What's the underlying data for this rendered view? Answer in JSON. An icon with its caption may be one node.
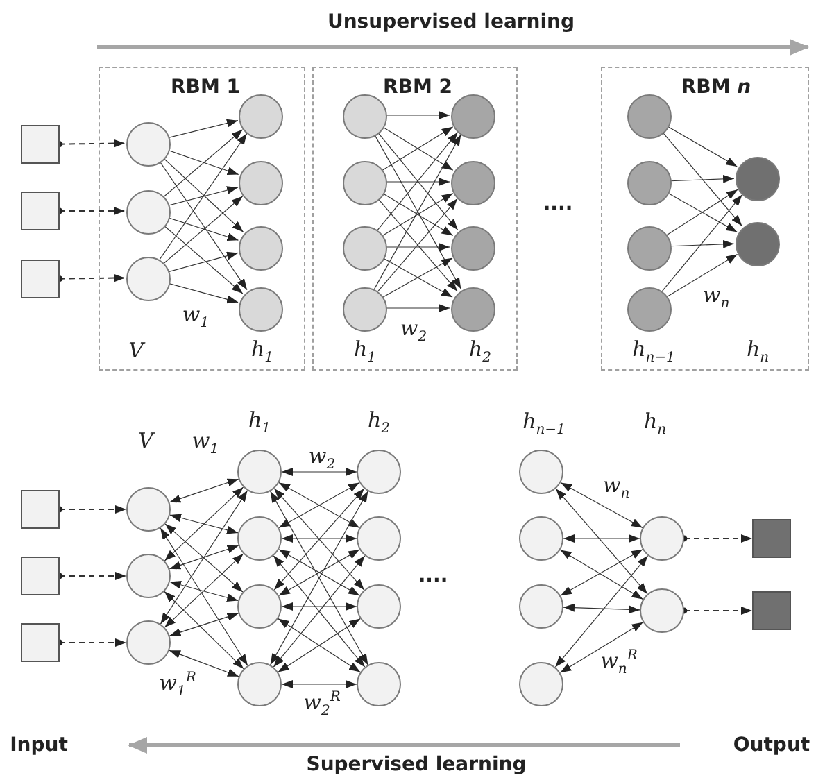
{
  "diagram": {
    "nodes": [
      {
        "text": [],
        "shape": "box"
      },
      {
        "text": [],
        "shape": "box"
      },
      {
        "text": [],
        "shape": "box"
      },
      {
        "text": [
          "RBM 1",
          "w$_{1}$",
          "V",
          "h$_{1}$"
        ]
      },
      {
        "text": [],
        "shape": "circle",
        "in": 3
      },
      {
        "text": [],
        "shape": "circle",
        "in": 3
      },
      {
        "text": [],
        "shape": "circle",
        "in": 3
      },
      {
        "text": [],
        "shape": "circle",
        "in": 3
      },
      {
        "text": [],
        "shape": "circle",
        "in": 3
      },
      {
        "text": [],
        "shape": "circle",
        "in": 3
      },
      {
        "text": [],
        "shape": "circle",
        "in": 3
      },
      {
        "text": [
          "RBM 2",
          "w$_{2}$",
          "h$_{1}$",
          "h$_{2}$"
        ]
      },
      {
        "text": [],
        "shape": "circle",
        "in": 11
      },
      {
        "text": [],
        "shape": "circle",
        "in": 11
      },
      {
        "text": [],
        "shape": "circle",
        "in": 11
      },
      {
        "text": [],
        "shape": "circle",
        "in": 11
      },
      {
        "text": [],
        "shape": "circle",
        "in": 11
      },
      {
        "text": [],
        "shape": "circle",
        "in": 11
      },
      {
        "text": [],
        "shape": "circle",
        "in": 11
      },
      {
        "text": [],
        "shape": "circle",
        "in": 11
      },
      {
        "text": [
          "RBM *n*",
          "w$_{n}$",
          "h$_{n−1}$",
          "h$_{n}$"
        ]
      },
      {
        "text": [],
        "shape": "circle",
        "in": 20
      },
      {
        "text": [],
        "shape": "circle",
        "in": 20
      },
      {
        "text": [],
        "shape": "circle",
        "in": 20
      },
      {
        "text": [],
        "shape": "circle",
        "in": 20
      },
      {
        "text": [],
        "shape": "circle",
        "in": 20
      },
      {
        "text": [],
        "shape": "circle",
        "in": 20
      },
      {
        "text": [],
        "shape": "box"
      },
      {
        "text": [],
        "shape": "box"
      },
      {
        "text": [],
        "shape": "box"
      },
      {
        "text": [],
        "shape": "circle"
      },
      {
        "text": [],
        "shape": "circle"
      },
      {
        "text": [],
        "shape": "circle"
      },
      {
        "text": [],
        "shape": "circle"
      },
      {
        "text": [],
        "shape": "circle"
      },
      {
        "text": [],
        "shape": "circle"
      },
      {
        "text": [],
        "shape": "circle"
      },
      {
        "text": [],
        "shape": "circle"
      },
      {
        "text": [],
        "shape": "circle"
      },
      {
        "text": [],
        "shape": "circle"
      },
      {
        "text": [],
        "shape": "circle"
      },
      {
        "text": [],
        "shape": "circle"
      },
      {
        "text": [],
        "shape": "circle"
      },
      {
        "text": [],
        "shape": "circle"
      },
      {
        "text": [],
        "shape": "circle"
      },
      {
        "text": [],
        "shape": "circle"
      },
      {
        "text": [],
        "shape": "circle"
      },
      {
        "text": [],
        "shape": "box"
      },
      {
        "text": [],
        "shape": "box"
      }
    ],
    "edges": [
      {
        "from": 0,
        "to": 4,
        "arrow": "to",
        "style": "dashed"
      },
      {
        "from": 1,
        "to": 5,
        "arrow": "to",
        "style": "dashed"
      },
      {
        "from": 2,
        "to": 6,
        "arrow": "to",
        "style": "dashed"
      },
      {
        "from": 4,
        "to": 7,
        "arrow": "to"
      },
      {
        "from": 4,
        "to": 8,
        "arrow": "to"
      },
      {
        "from": 4,
        "to": 9,
        "arrow": "to"
      },
      {
        "from": 4,
        "to": 10,
        "arrow": "to"
      },
      {
        "from": 5,
        "to": 7,
        "arrow": "to"
      },
      {
        "from": 5,
        "to": 8,
        "arrow": "to"
      },
      {
        "from": 5,
        "to": 9,
        "arrow": "to"
      },
      {
        "from": 5,
        "to": 10,
        "arrow": "to"
      },
      {
        "from": 6,
        "to": 7,
        "arrow": "to"
      },
      {
        "from": 6,
        "to": 8,
        "arrow": "to"
      },
      {
        "from": 6,
        "to": 9,
        "arrow": "to"
      },
      {
        "from": 6,
        "to": 10,
        "arrow": "to"
      },
      {
        "from": 12,
        "to": 16,
        "arrow": "to"
      },
      {
        "from": 12,
        "to": 17,
        "arrow": "to"
      },
      {
        "from": 12,
        "to": 18,
        "arrow": "to"
      },
      {
        "from": 12,
        "to": 19,
        "arrow": "to"
      },
      {
        "from": 13,
        "to": 16,
        "arrow": "to"
      },
      {
        "from": 13,
        "to": 17,
        "arrow": "to"
      },
      {
        "from": 13,
        "to": 18,
        "arrow": "to"
      },
      {
        "from": 13,
        "to": 19,
        "arrow": "to"
      },
      {
        "from": 14,
        "to": 16,
        "arrow": "to"
      },
      {
        "from": 14,
        "to": 17,
        "arrow": "to"
      },
      {
        "from": 14,
        "to": 18,
        "arrow": "to"
      },
      {
        "from": 14,
        "to": 19,
        "arrow": "to"
      },
      {
        "from": 15,
        "to": 16,
        "arrow": "to"
      },
      {
        "from": 15,
        "to": 17,
        "arrow": "to"
      },
      {
        "from": 15,
        "to": 18,
        "arrow": "to"
      },
      {
        "from": 15,
        "to": 19,
        "arrow": "to"
      },
      {
        "from": 21,
        "to": 25,
        "arrow": "to"
      },
      {
        "from": 21,
        "to": 26,
        "arrow": "to"
      },
      {
        "from": 22,
        "to": 25,
        "arrow": "to"
      },
      {
        "from": 22,
        "to": 26,
        "arrow": "to"
      },
      {
        "from": 23,
        "to": 25,
        "arrow": "to"
      },
      {
        "from": 23,
        "to": 26,
        "arrow": "to"
      },
      {
        "from": 24,
        "to": 25,
        "arrow": "to"
      },
      {
        "from": 24,
        "to": 26,
        "arrow": "to"
      },
      {
        "from": 27,
        "to": 30,
        "arrow": "to",
        "style": "dashed"
      },
      {
        "from": 28,
        "to": 31,
        "arrow": "to",
        "style": "dashed"
      },
      {
        "from": 29,
        "to": 32,
        "arrow": "to",
        "style": "dashed"
      },
      {
        "from": 30,
        "to": 33,
        "arrow": "both"
      },
      {
        "from": 30,
        "to": 34,
        "arrow": "both"
      },
      {
        "from": 30,
        "to": 35,
        "arrow": "both"
      },
      {
        "from": 30,
        "to": 36,
        "arrow": "both"
      },
      {
        "from": 31,
        "to": 33,
        "arrow": "both"
      },
      {
        "from": 31,
        "to": 34,
        "arrow": "both"
      },
      {
        "from": 31,
        "to": 35,
        "arrow": "both"
      },
      {
        "from": 31,
        "to": 36,
        "arrow": "both"
      },
      {
        "from": 32,
        "to": 33,
        "arrow": "both"
      },
      {
        "from": 32,
        "to": 34,
        "arrow": "both"
      },
      {
        "from": 32,
        "to": 35,
        "arrow": "both"
      },
      {
        "from": 32,
        "to": 36,
        "arrow": "both"
      },
      {
        "from": 33,
        "to": 37,
        "arrow": "both"
      },
      {
        "from": 33,
        "to": 38,
        "arrow": "both"
      },
      {
        "from": 33,
        "to": 39,
        "arrow": "both"
      },
      {
        "from": 33,
        "to": 40,
        "arrow": "both"
      },
      {
        "from": 34,
        "to": 37,
        "arrow": "both"
      },
      {
        "from": 34,
        "to": 38,
        "arrow": "both"
      },
      {
        "from": 34,
        "to": 39,
        "arrow": "both"
      },
      {
        "from": 34,
        "to": 40,
        "arrow": "both"
      },
      {
        "from": 35,
        "to": 37,
        "arrow": "both"
      },
      {
        "from": 35,
        "to": 38,
        "arrow": "both"
      },
      {
        "from": 35,
        "to": 39,
        "arrow": "both"
      },
      {
        "from": 35,
        "to": 40,
        "arrow": "both"
      },
      {
        "from": 36,
        "to": 37,
        "arrow": "both"
      },
      {
        "from": 36,
        "to": 38,
        "arrow": "both"
      },
      {
        "from": 36,
        "to": 39,
        "arrow": "both"
      },
      {
        "from": 36,
        "to": 40,
        "arrow": "both"
      },
      {
        "from": 41,
        "to": 45,
        "arrow": "both"
      },
      {
        "from": 41,
        "to": 46,
        "arrow": "both"
      },
      {
        "from": 42,
        "to": 45,
        "arrow": "both"
      },
      {
        "from": 42,
        "to": 46,
        "arrow": "both"
      },
      {
        "from": 43,
        "to": 45,
        "arrow": "both"
      },
      {
        "from": 43,
        "to": 46,
        "arrow": "both"
      },
      {
        "from": 44,
        "to": 45,
        "arrow": "both"
      },
      {
        "from": 44,
        "to": 46,
        "arrow": "both"
      },
      {
        "from": 45,
        "to": 47,
        "arrow": "to",
        "style": "dashed"
      },
      {
        "from": 46,
        "to": 48,
        "arrow": "to",
        "style": "dashed"
      }
    ],
    "labels": [
      "Unsupervised learning",
      "....",
      "h$_{1}$",
      "h$_{2}$",
      "h$_{n−1}$",
      "h$_{n}$",
      "V",
      "w$_{1}$",
      "w$_{2}$",
      "w$_{n}$",
      "....",
      "w$_{n}$$^{R}$",
      "w$_{1}$$^{R}$",
      "w$_{2}$$^{R}$",
      "Input",
      "Output",
      "Supervised learning"
    ]
  }
}
